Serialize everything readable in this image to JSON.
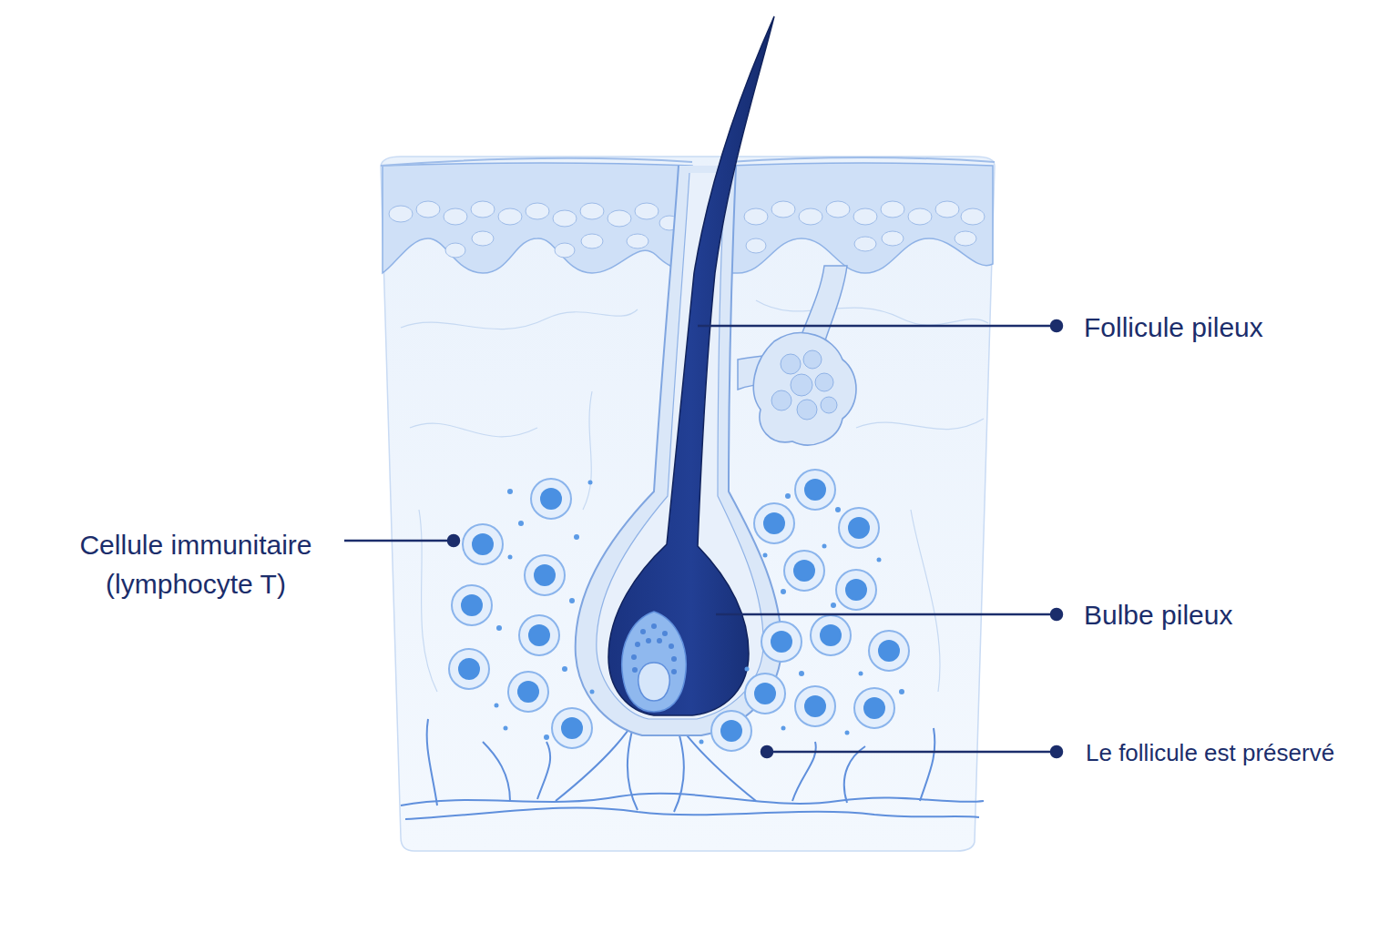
{
  "diagram": {
    "labels": [
      "Follicule pileux",
      "Cellule immunitaire (lymphocyte T)",
      "Bulbe pileux",
      "Le follicule est préservé"
    ]
  }
}
